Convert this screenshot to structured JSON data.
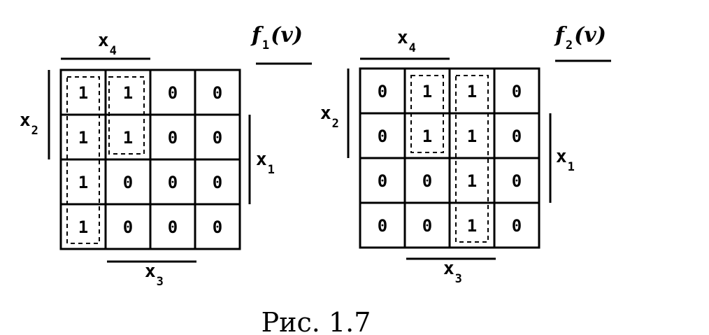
{
  "caption": "Рис. 1.7",
  "maps": [
    {
      "func": {
        "letter": "f",
        "sub": "1",
        "arg": "(v)"
      },
      "cells": [
        [
          "1",
          "1",
          "0",
          "0"
        ],
        [
          "1",
          "1",
          "0",
          "0"
        ],
        [
          "1",
          "0",
          "0",
          "0"
        ],
        [
          "1",
          "0",
          "0",
          "0"
        ]
      ],
      "labels": {
        "x4": {
          "letter": "x",
          "sub": "4"
        },
        "x2": {
          "letter": "x",
          "sub": "2"
        },
        "x1": {
          "letter": "x",
          "sub": "1"
        },
        "x3": {
          "letter": "x",
          "sub": "3"
        }
      }
    },
    {
      "func": {
        "letter": "f",
        "sub": "2",
        "arg": "(v)"
      },
      "cells": [
        [
          "0",
          "1",
          "1",
          "0"
        ],
        [
          "0",
          "1",
          "1",
          "0"
        ],
        [
          "0",
          "0",
          "1",
          "0"
        ],
        [
          "0",
          "0",
          "1",
          "0"
        ]
      ],
      "labels": {
        "x4": {
          "letter": "x",
          "sub": "4"
        },
        "x2": {
          "letter": "x",
          "sub": "2"
        },
        "x1": {
          "letter": "x",
          "sub": "1"
        },
        "x3": {
          "letter": "x",
          "sub": "3"
        }
      }
    }
  ]
}
